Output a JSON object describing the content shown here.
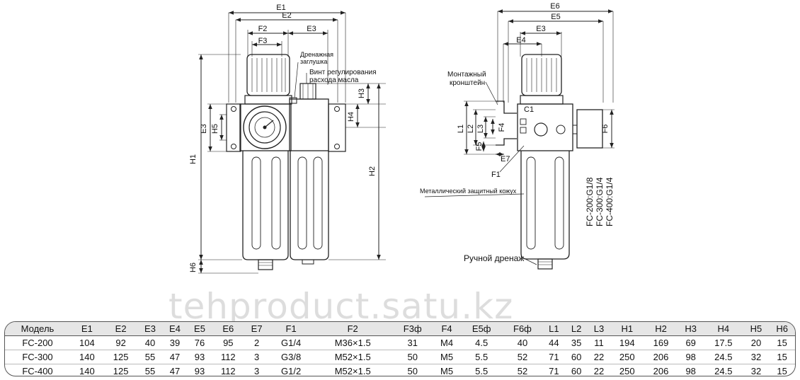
{
  "labels": {
    "drain_plug": [
      "Дренажная",
      "заглушка"
    ],
    "flow_screw": [
      "Винт регулирования",
      "расхода масла"
    ],
    "bracket": [
      "Монтажный",
      "кронштейн"
    ],
    "guard": "Металлический защитный кожух",
    "manual_drain": "Ручной дренаж",
    "ports": [
      "FC-200:G1/8",
      "FC-300:G1/4",
      "FC-400:G1/4"
    ]
  },
  "dims_front": {
    "E1": "E1",
    "E2": "E2",
    "F2": "F2",
    "E3": "E3",
    "F3": "F3",
    "H1": "H1",
    "E3s": "E3",
    "H5": "H5",
    "H3": "H3",
    "H4": "H4",
    "H2": "H2",
    "H6": "H6"
  },
  "dims_side": {
    "E6": "E6",
    "E5": "E5",
    "E3": "E3",
    "E4": "E4",
    "C1": "C1",
    "L1": "L1",
    "L2": "L2",
    "L3": "L3",
    "F4": "F4",
    "F5": "F5",
    "E7": "E7",
    "F1": "F1",
    "F6": "F6"
  },
  "watermark": "tehproduct.satu.kz",
  "table": {
    "headers": [
      "Модель",
      "E1",
      "E2",
      "E3",
      "E4",
      "E5",
      "E6",
      "E7",
      "F1",
      "F2",
      "F3ф",
      "F4",
      "E5ф",
      "F6ф",
      "L1",
      "L2",
      "L3",
      "H1",
      "H2",
      "H3",
      "H4",
      "H5",
      "H6"
    ],
    "rows": [
      [
        "FC-200",
        "104",
        "92",
        "40",
        "39",
        "76",
        "95",
        "2",
        "G1/4",
        "M36×1.5",
        "31",
        "M4",
        "4.5",
        "40",
        "44",
        "35",
        "11",
        "194",
        "169",
        "69",
        "17.5",
        "20",
        "15"
      ],
      [
        "FC-300",
        "140",
        "125",
        "55",
        "47",
        "93",
        "112",
        "3",
        "G3/8",
        "M52×1.5",
        "50",
        "M5",
        "5.5",
        "52",
        "71",
        "60",
        "22",
        "250",
        "206",
        "98",
        "24.5",
        "32",
        "15"
      ],
      [
        "FC-400",
        "140",
        "125",
        "55",
        "47",
        "93",
        "112",
        "3",
        "G1/2",
        "M52×1.5",
        "50",
        "M5",
        "5.5",
        "52",
        "71",
        "60",
        "22",
        "250",
        "206",
        "98",
        "24.5",
        "32",
        "15"
      ]
    ]
  }
}
